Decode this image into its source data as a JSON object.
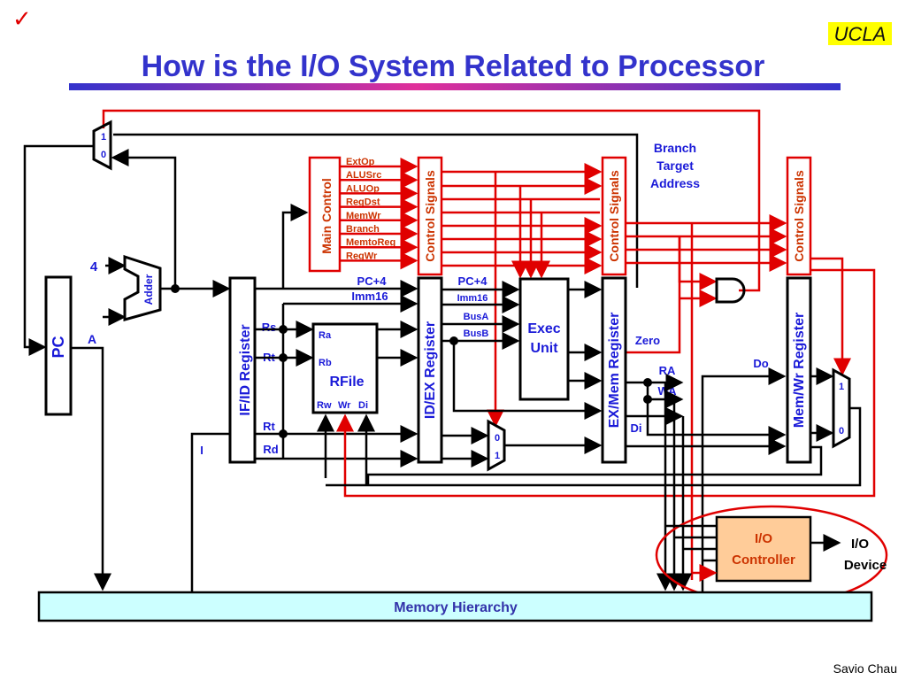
{
  "slide": {
    "title": "How is the I/O System Related to Processor",
    "logo": "UCLA",
    "author": "Savio Chau",
    "checkmark_icon": "checkmark-icon"
  },
  "colors": {
    "title": "#3333cc",
    "label": "#1a1ad8",
    "control": "#cc3300",
    "control_wire": "#e00000",
    "io_fill": "#ffcc99",
    "memory_fill": "#ccffff",
    "logo_bg": "#ffff00"
  },
  "diagram": {
    "pc": {
      "label": "PC",
      "output": "A"
    },
    "pc_mux": {
      "in1": "1",
      "in0": "0"
    },
    "adder": {
      "label": "Adder",
      "constant": "4"
    },
    "if_id": {
      "label": "IF/ID Register",
      "outputs": [
        "Rs",
        "Rt",
        "Rt",
        "Rd"
      ],
      "instr": "I"
    },
    "main_control": {
      "label": "Main Control",
      "signals": [
        "ExtOp",
        "ALUSrc",
        "ALUOp",
        "RegDst",
        "MemWr",
        "Branch",
        "MemtoReg",
        "RegWr"
      ]
    },
    "control_signals_label": "Control Signals",
    "rfile": {
      "label": "RFile",
      "ra": "Ra",
      "rb": "Rb",
      "rw": "Rw",
      "wr": "Wr",
      "di": "Di"
    },
    "id_ex": {
      "label": "ID/EX Register",
      "in_pc4": "PC+4",
      "in_imm": "Imm16",
      "out_pc4": "PC+4",
      "out_imm": "Imm16",
      "bus_a": "BusA",
      "bus_b": "BusB"
    },
    "regdst_mux": {
      "in0": "0",
      "in1": "1"
    },
    "exec": {
      "label": "Exec Unit"
    },
    "branch_target": "Branch Target Address",
    "ex_mem": {
      "label": "EX/Mem Register",
      "zero": "Zero",
      "ra": "RA",
      "wa": "WA",
      "di": "Di"
    },
    "mem_wr": {
      "label": "Mem/Wr Register",
      "do": "Do"
    },
    "wb_mux": {
      "in1": "1",
      "in0": "0"
    },
    "io_controller": {
      "label": "I/O Controller",
      "device": "I/O Device"
    },
    "memory": {
      "label": "Memory Hierarchy"
    }
  }
}
